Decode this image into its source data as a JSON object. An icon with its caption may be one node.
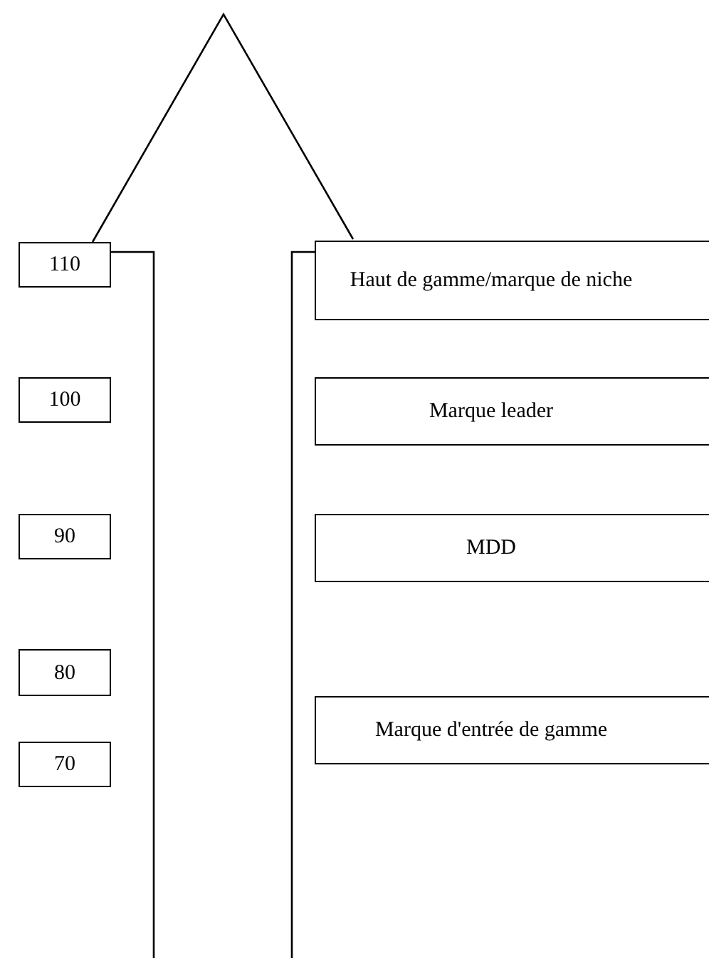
{
  "diagram": {
    "nodes": [
      {
        "text": [
          "110"
        ]
      },
      {
        "text": [
          "100"
        ]
      },
      {
        "text": [
          "90"
        ]
      },
      {
        "text": [
          "80"
        ]
      },
      {
        "text": [
          "70"
        ]
      },
      {
        "text": [
          "Haut de gamme/marque de niche"
        ]
      },
      {
        "text": [
          "Marque leader"
        ]
      },
      {
        "text": [
          "MDD"
        ]
      },
      {
        "text": [
          "Marque d'entrée de gamme"
        ]
      }
    ]
  }
}
